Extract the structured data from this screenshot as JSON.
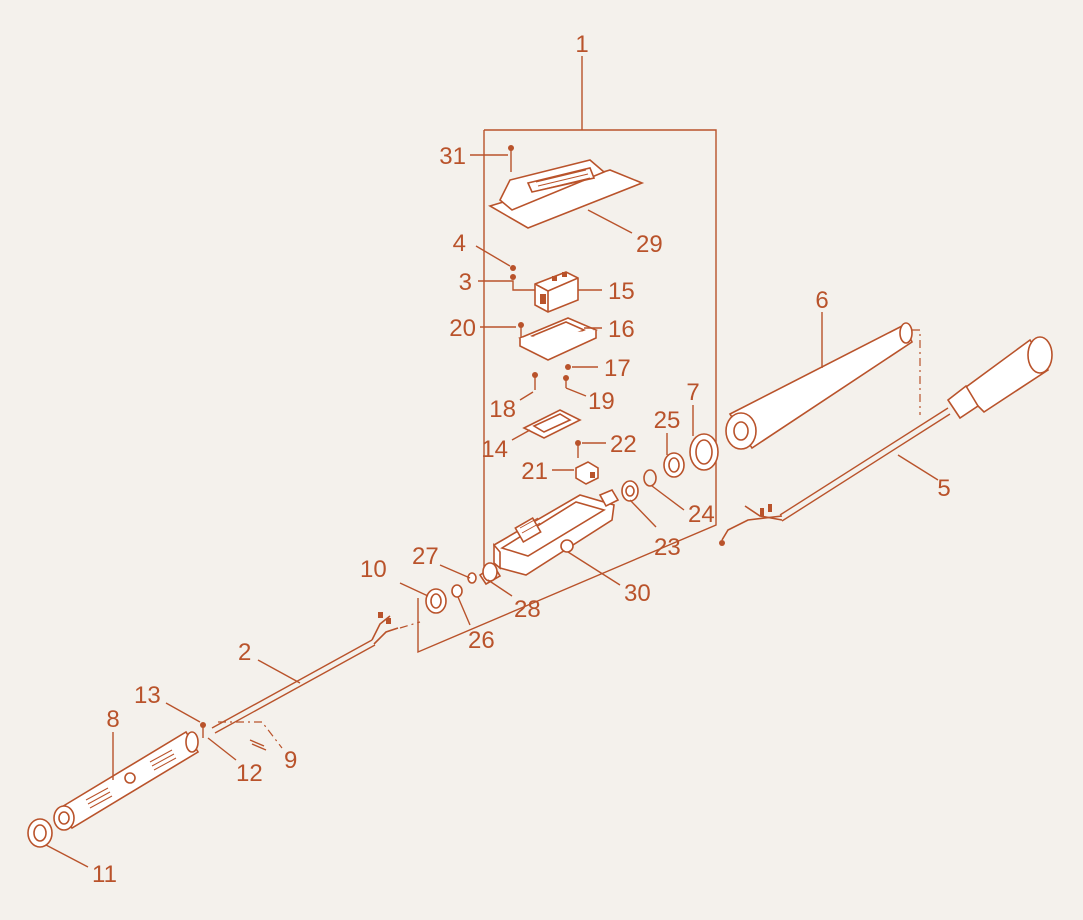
{
  "diagram": {
    "accent_color": "#b9532b",
    "background_color": "#f4f1ec",
    "callouts": {
      "c1": "1",
      "c2": "2",
      "c3": "3",
      "c4": "4",
      "c5": "5",
      "c6": "6",
      "c7": "7",
      "c8": "8",
      "c9": "9",
      "c10": "10",
      "c11": "11",
      "c12": "12",
      "c13": "13",
      "c14": "14",
      "c15": "15",
      "c16": "16",
      "c17": "17",
      "c18": "18",
      "c19": "19",
      "c20": "20",
      "c21": "21",
      "c22": "22",
      "c23": "23",
      "c24": "24",
      "c25": "25",
      "c26": "26",
      "c27": "27",
      "c28": "28",
      "c29": "29",
      "c30": "30",
      "c31": "31"
    }
  }
}
